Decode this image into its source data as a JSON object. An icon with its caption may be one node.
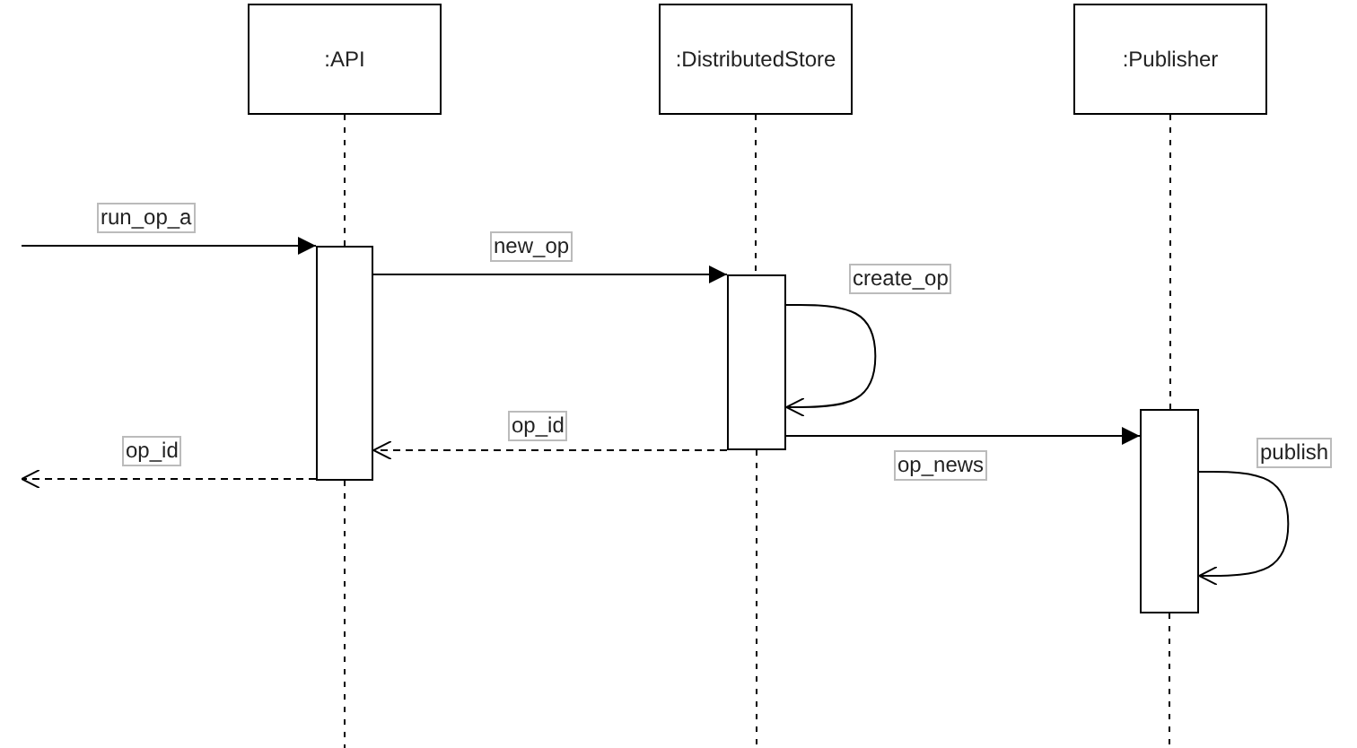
{
  "diagram": {
    "nodes": [
      {
        "text": [
          ":API"
        ]
      },
      {
        "text": [
          ":DistributedStore"
        ]
      },
      {
        "text": [
          ":Publisher"
        ]
      },
      {
        "text": [],
        "shape": "box"
      },
      {
        "text": [],
        "shape": "box"
      },
      {
        "text": [],
        "shape": "box"
      }
    ],
    "edges": [
      {
        "from": 0,
        "to": 3,
        "arrow": "none",
        "style": "dashed"
      },
      {
        "from": 1,
        "to": 4,
        "arrow": "none",
        "style": "dashed"
      },
      {
        "from": 2,
        "to": 5,
        "arrow": "none",
        "style": "dashed"
      },
      {
        "from": null,
        "to": 3,
        "arrow": "to",
        "label": "run_op_a"
      },
      {
        "from": 3,
        "to": 4,
        "arrow": "to",
        "label": "new_op"
      },
      {
        "from": 4,
        "to": 4,
        "arrow": "to",
        "label": "create_op"
      },
      {
        "from": 4,
        "to": 3,
        "arrow": "to",
        "label": "op_id",
        "style": "dashed"
      },
      {
        "from": 3,
        "to": null,
        "arrow": "to",
        "label": "op_id",
        "style": "dashed"
      },
      {
        "from": 4,
        "to": 5,
        "arrow": "to",
        "label": "op_news"
      },
      {
        "from": 5,
        "to": 5,
        "arrow": "to",
        "label": "publish"
      }
    ]
  }
}
